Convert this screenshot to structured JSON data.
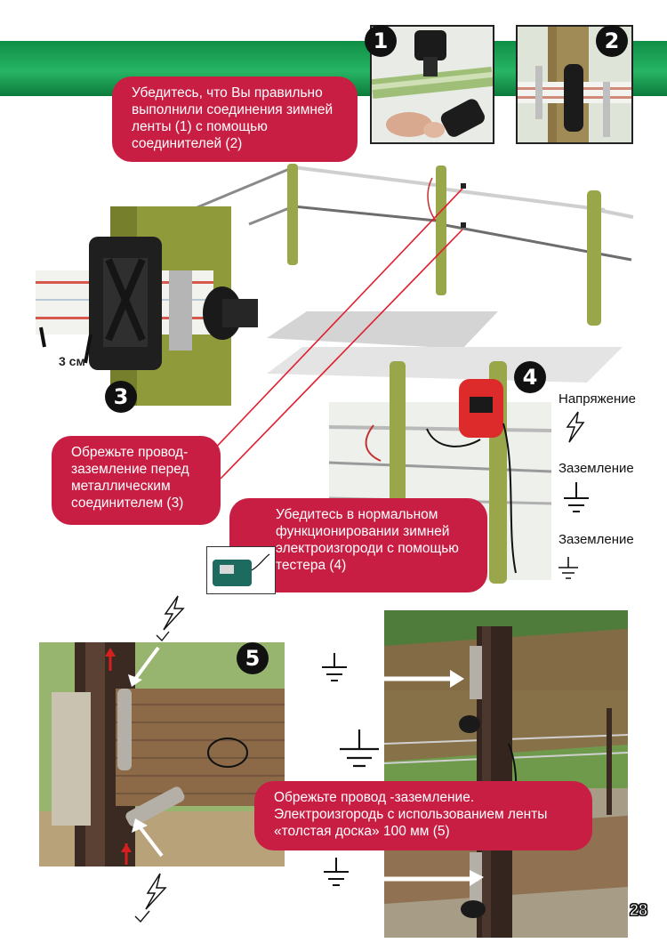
{
  "page_number": "28",
  "colors": {
    "banner_green": "#1fa356",
    "callout_red": "#c81e44",
    "wire_red": "#e01e2e"
  },
  "badges": [
    "1",
    "2",
    "3",
    "4",
    "5"
  ],
  "measure_label": "3 см",
  "callouts": {
    "check_connections": "Убедитесь, что Вы правильно выполнили соединения зимней ленты (1) с помощью соединителей (2)",
    "cut_ground_wire": "Обрежьте провод-заземление перед металлическим соединителем (3)",
    "check_tester": "Убедитесь в нормальном функционировании зимней электроизгороди с помощью тестера (4)",
    "cut_ground_tape": "Обрежьте провод -заземление. Электроизгородь с использованием ленты «толстая доска» 100 мм (5)"
  },
  "legend": {
    "voltage": "Напряжение",
    "ground_1": "Заземление",
    "ground_2": "Заземление"
  },
  "icons": [
    "lightning-icon",
    "ground-icon",
    "arrow-icon",
    "energizer-icon",
    "tester-icon"
  ]
}
